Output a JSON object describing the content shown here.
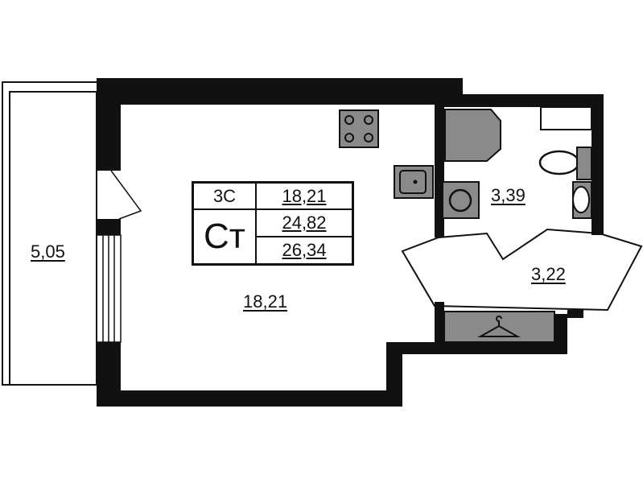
{
  "rooms": {
    "balcony_area": "5,05",
    "living_area": "18,21",
    "bathroom_area": "3,39",
    "hallway_area": "3,22"
  },
  "summary_table": {
    "room_code": "3С",
    "living": "18,21",
    "type": "Ст",
    "total": "24,82",
    "total_with_balcony": "26,34"
  },
  "colors": {
    "wall": "#111111",
    "fixture": "#8a8a8a"
  }
}
